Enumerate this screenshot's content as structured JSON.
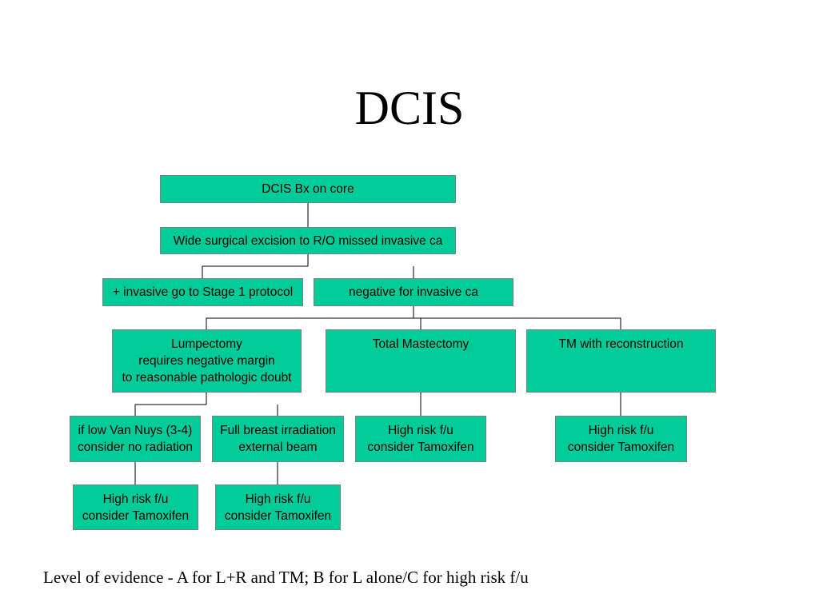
{
  "slide": {
    "title": "DCIS",
    "footnote": "Level of evidence - A for L+R and TM; B for L alone/C for high risk f/u"
  },
  "flowchart": {
    "colors": {
      "box_fill": "#00cc99",
      "box_border": "#7f7f7f",
      "connector": "#000000"
    },
    "nodes": {
      "bx_core": "DCIS Bx on core",
      "wide_excision": "Wide surgical excision to R/O missed invasive ca",
      "invasive_positive": "+ invasive go to Stage 1 protocol",
      "invasive_negative": "negative for invasive ca",
      "lumpectomy": "Lumpectomy\nrequires negative margin\nto reasonable pathologic doubt",
      "total_mastectomy": "Total Mastectomy",
      "tm_reconstruction": "TM with reconstruction",
      "low_van_nuys": "if low Van Nuys (3-4)\nconsider no radiation",
      "full_breast_irradiation": "Full breast irradiation\nexternal beam",
      "tm_high_risk": "High risk f/u\nconsider Tamoxifen",
      "tmr_high_risk": "High risk f/u\nconsider Tamoxifen",
      "vn_high_risk": "High risk f/u\nconsider Tamoxifen",
      "fbi_high_risk": "High risk f/u\nconsider Tamoxifen"
    }
  }
}
